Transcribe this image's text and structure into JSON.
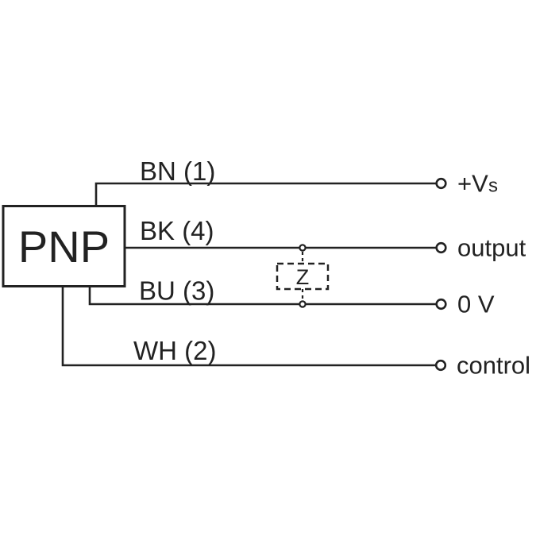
{
  "page": {
    "background_color": "#ffffff",
    "line_color": "#222222",
    "text_color": "#222222"
  },
  "diagram": {
    "type": "sensor-wiring-connection-diagram",
    "device": {
      "label": "PNP"
    },
    "load": {
      "label": "Z"
    },
    "wires": [
      {
        "label": "BN (1)",
        "terminal": "+Vs",
        "terminal_main": "+V",
        "terminal_sub": "s"
      },
      {
        "label": "BK (4)",
        "terminal": "output"
      },
      {
        "label": "BU (3)",
        "terminal": "0 V"
      },
      {
        "label": "WH (2)",
        "terminal": "control"
      }
    ]
  }
}
